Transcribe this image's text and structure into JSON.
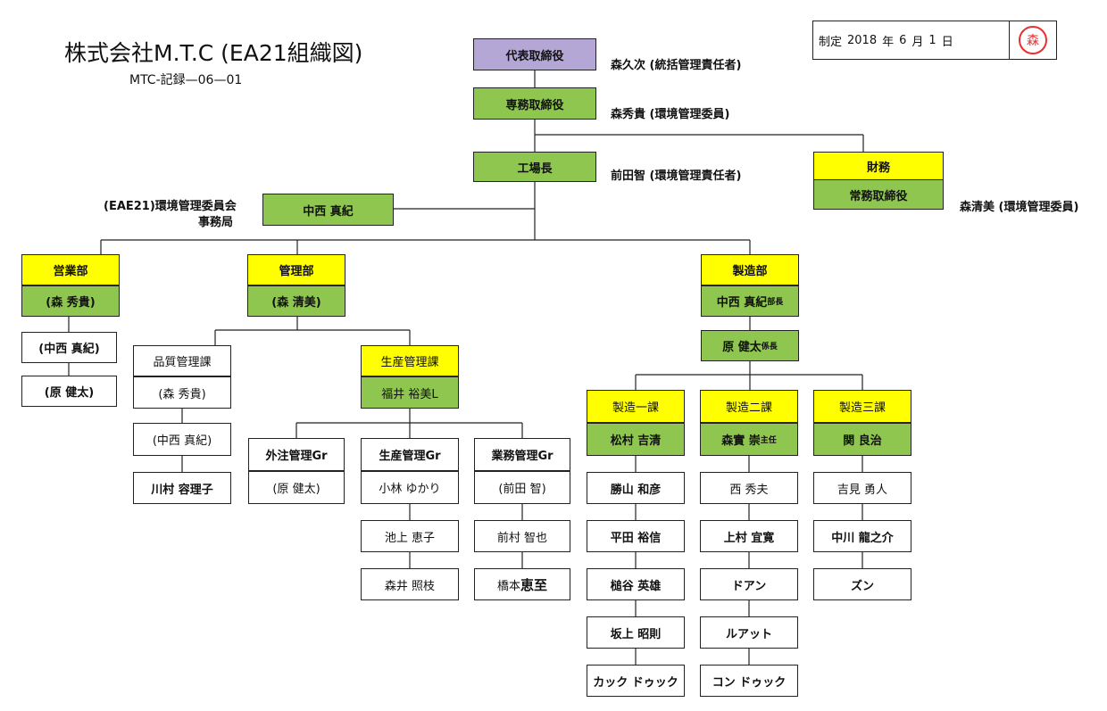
{
  "header": {
    "title": "株式会社M.T.C (EA21組織図)",
    "doc_number": "MTC-記録—06—01"
  },
  "stamp": {
    "label": "制定",
    "year": "2018",
    "year_unit": "年",
    "month": "6",
    "month_unit": "月",
    "day": "1",
    "day_unit": "日",
    "seal_char": "森"
  },
  "executive": {
    "president": {
      "title": "代表取締役",
      "note": "森久次 (統括管理責任者)"
    },
    "managing_director": {
      "title": "専務取締役",
      "note": "森秀貴 (環境管理委員)"
    },
    "plant_manager": {
      "title": "工場長",
      "note": "前田智 (環境管理責任者)"
    },
    "finance": {
      "title": "財務",
      "role": "常務取締役",
      "note": "森清美 (環境管理委員)"
    },
    "secretariat": {
      "name": "中西 真紀",
      "note_line1": "(EAE21)環境管理委員会",
      "note_line2": "事務局"
    }
  },
  "departments": {
    "sales": {
      "title": "営業部",
      "head": "(森 秀貴)",
      "members": [
        "(中西 真紀)",
        "(原 健太)"
      ]
    },
    "management": {
      "title": "管理部",
      "head": "(森 清美)",
      "quality": {
        "title": "品質管理課",
        "members": [
          "(森 秀貴)",
          "(中西 真紀)",
          "川村 容理子"
        ]
      },
      "production_control": {
        "title": "生産管理課",
        "head": "福井 裕美L",
        "groups": [
          {
            "title": "外注管理Gr",
            "members": [
              "(原 健太)"
            ]
          },
          {
            "title": "生産管理Gr",
            "members": [
              "小林 ゆかり",
              "池上 恵子",
              "森井 照枝"
            ]
          },
          {
            "title": "業務管理Gr",
            "members": [
              "(前田 智)",
              "前村 智也",
              "橋本 ",
              "恵至"
            ]
          }
        ]
      }
    },
    "manufacturing": {
      "title": "製造部",
      "head_name": "中西 真紀",
      "head_suffix": "部長",
      "sub_head_name": "原 健太",
      "sub_head_suffix": "係長",
      "sections": [
        {
          "title": "製造一課",
          "head": "松村 吉清",
          "head_suffix": "",
          "members": [
            "勝山 和彦",
            "平田 裕信",
            "槌谷 英雄",
            "坂上 昭則",
            "カック ドゥック"
          ]
        },
        {
          "title": "製造二課",
          "head": "森實 崇",
          "head_suffix": "主任",
          "members": [
            "西 秀夫",
            "上村 宜寛",
            "ドアン",
            "ルアット",
            "コン ドゥック"
          ]
        },
        {
          "title": "製造三課",
          "head": "関 良治",
          "head_suffix": "",
          "members": [
            "吉見 勇人",
            "中川 龍之介",
            "ズン"
          ]
        }
      ]
    }
  },
  "colors": {
    "executive_purple": "#b4a7d6",
    "role_green": "#8ec650",
    "department_yellow": "#ffff00",
    "seal_red": "#e83030"
  }
}
